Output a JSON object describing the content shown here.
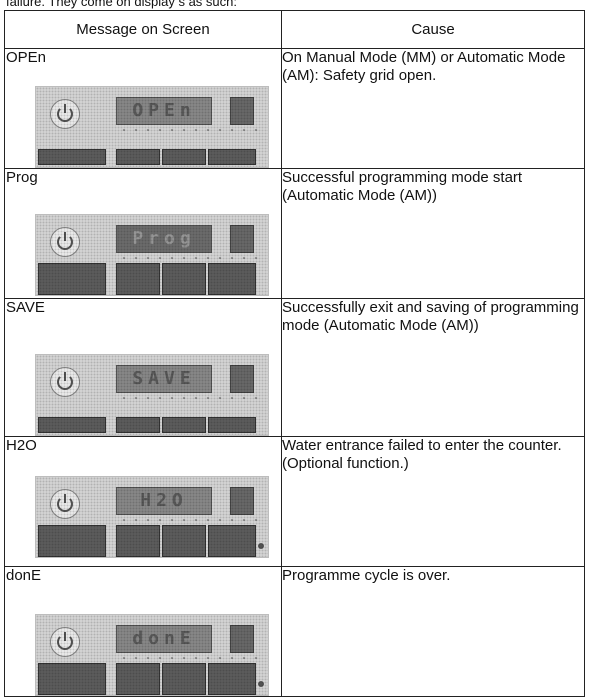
{
  "intro_text": "failure. They come on display s as such:",
  "table": {
    "header": {
      "col1": "Message on Screen",
      "col2": "Cause"
    },
    "rows": [
      {
        "code": "OPEn",
        "display": "OPEn",
        "cause": "On Manual Mode (MM) or Automatic Mode (AM): Safety grid open."
      },
      {
        "code": "Prog",
        "display": "Prog",
        "cause": "Successful programming mode start (Automatic Mode (AM))"
      },
      {
        "code": "SAVE",
        "display": "SAVE",
        "cause": "Successfully exit and saving of programming mode (Automatic Mode (AM))"
      },
      {
        "code": "H2O",
        "display": "H2O",
        "cause": "Water entrance failed to enter the counter. (Optional function.)"
      },
      {
        "code": "donE",
        "display": "donE",
        "cause": "Programme cycle is over."
      }
    ]
  }
}
